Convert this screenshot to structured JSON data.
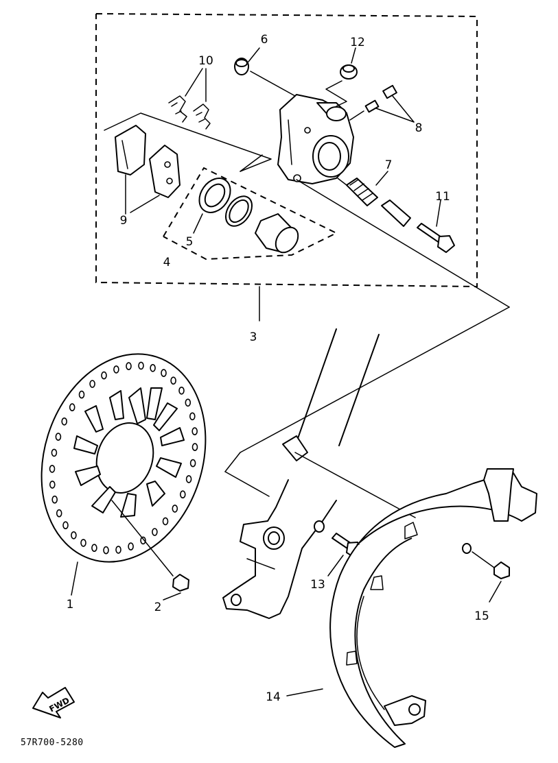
{
  "diagram": {
    "part_labels": {
      "disc": "1",
      "disc_bolt": "2",
      "caliper_assembly": "3",
      "caliper_seal_kit": "4",
      "piston_seal": "5",
      "bleed_cap": "6",
      "boot": "7",
      "pin_set": "8",
      "brake_pad_kit": "9",
      "pad_spring": "10",
      "bolt": "11",
      "bleed_screw": "12",
      "caliper_bolt": "13",
      "disc_cover": "14",
      "cover_bolt": "15"
    },
    "direction_arrow": "FWD",
    "drawing_code": "57R700-5280"
  }
}
